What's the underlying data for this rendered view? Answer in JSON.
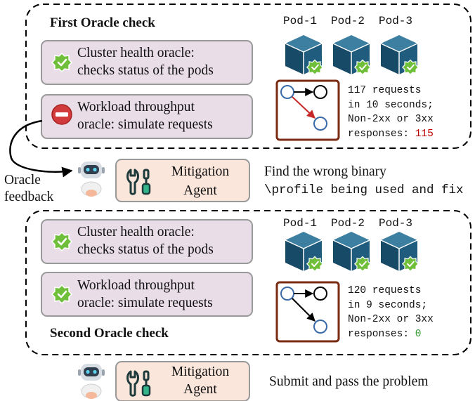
{
  "first_check": {
    "title": "First Oracle check",
    "cluster_oracle": [
      "Cluster health oracle:",
      "checks status of the pods"
    ],
    "workload_oracle": [
      "Workload throughput",
      "oracle: simulate requests"
    ],
    "pods": [
      "Pod-1",
      "Pod-2",
      "Pod-3"
    ],
    "stats": {
      "line1": "117 requests",
      "line2": "in 10 seconds;",
      "line3": "Non-2xx or 3xx",
      "line4_prefix": "responses: ",
      "line4_value": "115",
      "value_color": "#c00000"
    }
  },
  "oracle_feedback": [
    "Oracle",
    "feedback"
  ],
  "mitigation_1": {
    "agent_label": [
      "Mitigation",
      "Agent"
    ],
    "note_line1": "Find the wrong binary",
    "note_line2": "\\profile being used and fix"
  },
  "second_check": {
    "title": "Second Oracle check",
    "cluster_oracle": [
      "Cluster health oracle:",
      "checks status of the pods"
    ],
    "workload_oracle": [
      "Workload throughput",
      "oracle: simulate requests"
    ],
    "pods": [
      "Pod-1",
      "Pod-2",
      "Pod-3"
    ],
    "stats": {
      "line1": "120 requests",
      "line2": "in 9 seconds;",
      "line3": "Non-2xx or 3xx",
      "line4_prefix": "responses: ",
      "line4_value": "0",
      "value_color": "#3a9a3a"
    }
  },
  "mitigation_2": {
    "agent_label": [
      "Mitigation",
      "Agent"
    ],
    "note": "Submit and pass the problem"
  },
  "colors": {
    "oracle_box": "#e9dde8",
    "agent_box": "#fbe6dc",
    "cube": "#1f5673",
    "check": "#6fbf3a",
    "error": "#d13b3b"
  },
  "icons": [
    "check-badge-icon",
    "error-badge-icon",
    "pod-cube-icon",
    "workflow-graph-icon",
    "robot-icon",
    "tools-icon",
    "feedback-arrow-icon"
  ]
}
